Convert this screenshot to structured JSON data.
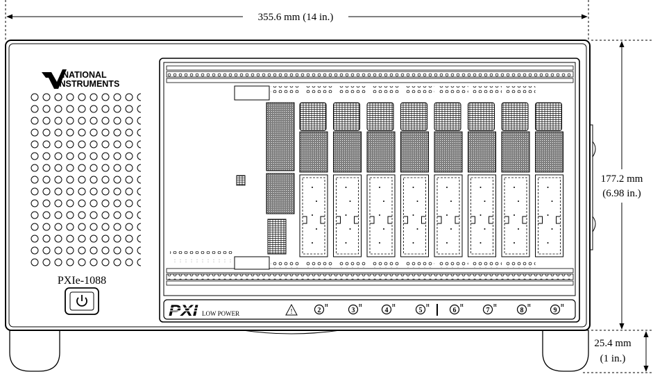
{
  "dimensions": {
    "width_label": "355.6 mm (14 in.)",
    "height_label_mm": "177.2 mm",
    "height_label_in": "(6.98 in.)",
    "feet_label_mm": "25.4 mm",
    "feet_label_in": "(1 in.)"
  },
  "logo": {
    "line1": "NATIONAL",
    "line2": "INSTRUMENTS"
  },
  "model": "PXIe-1088",
  "pxi": {
    "brand": "PXI",
    "subtitle": "LOW POWER"
  },
  "slot_numbers": [
    "2",
    "3",
    "4",
    "5",
    "6",
    "7",
    "8",
    "9"
  ],
  "slot_badge": "H",
  "warning_glyph": "!"
}
